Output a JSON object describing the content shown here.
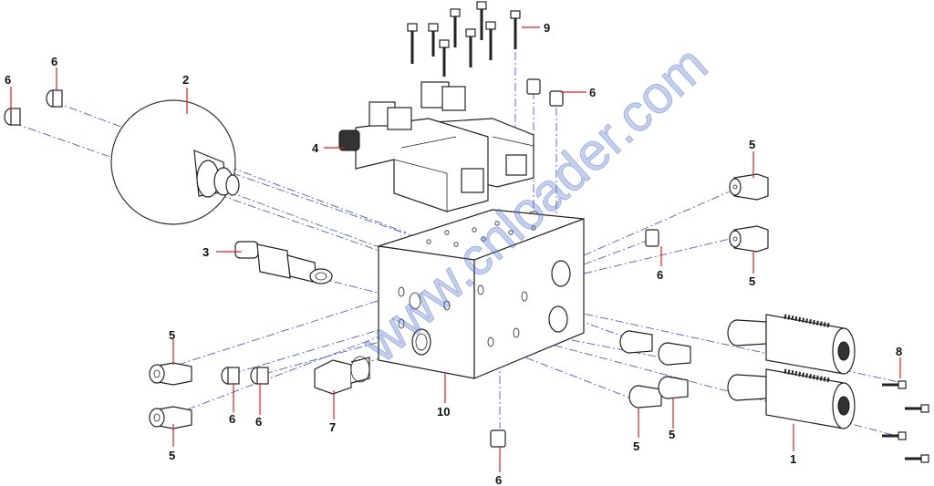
{
  "diagram": {
    "watermark": "www.cnloader.com",
    "callouts": [
      {
        "id": "c1",
        "label": "1"
      },
      {
        "id": "c2",
        "label": "2"
      },
      {
        "id": "c3",
        "label": "3"
      },
      {
        "id": "c4",
        "label": "4"
      },
      {
        "id": "c5a",
        "label": "5"
      },
      {
        "id": "c5b",
        "label": "5"
      },
      {
        "id": "c5c",
        "label": "5"
      },
      {
        "id": "c5d",
        "label": "5"
      },
      {
        "id": "c5e",
        "label": "5"
      },
      {
        "id": "c5f",
        "label": "5"
      },
      {
        "id": "c6a",
        "label": "6"
      },
      {
        "id": "c6b",
        "label": "6"
      },
      {
        "id": "c6c",
        "label": "6"
      },
      {
        "id": "c6d",
        "label": "6"
      },
      {
        "id": "c6e",
        "label": "6"
      },
      {
        "id": "c6f",
        "label": "6"
      },
      {
        "id": "c6g",
        "label": "6"
      },
      {
        "id": "c7",
        "label": "7"
      },
      {
        "id": "c8",
        "label": "8"
      },
      {
        "id": "c9",
        "label": "9"
      },
      {
        "id": "c10",
        "label": "10"
      }
    ]
  }
}
